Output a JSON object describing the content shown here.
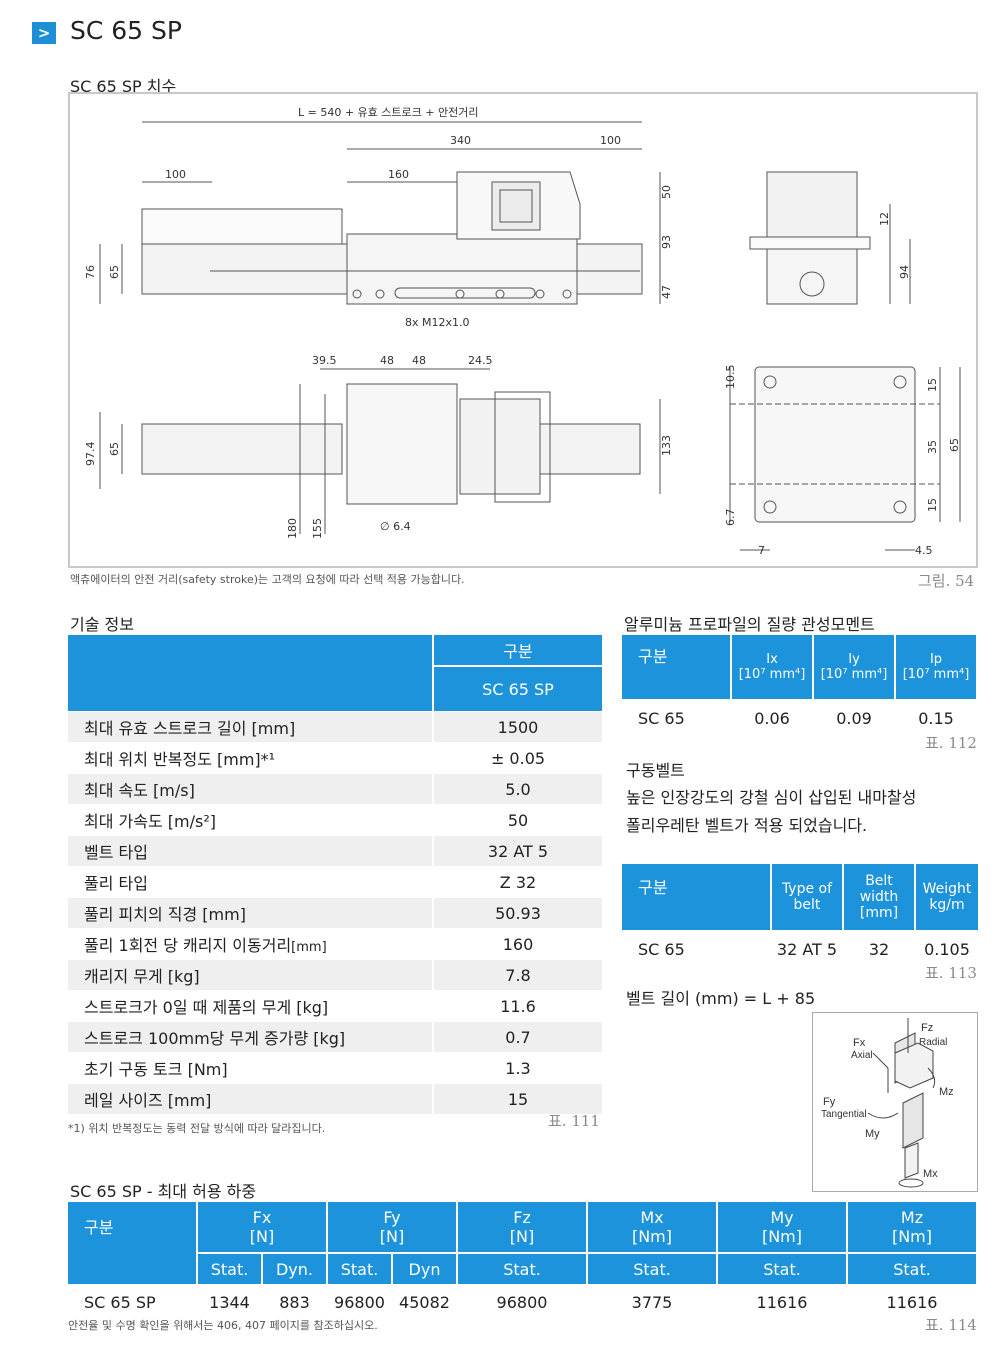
{
  "page": {
    "title_icon": ">",
    "title": "SC 65 SP"
  },
  "dims_section": {
    "title": "SC 65 SP 치수",
    "labels": {
      "L": "L = 540 + 유효 스트로크 + 안전거리",
      "d340": "340",
      "d100a": "100",
      "d100b": "100",
      "d160": "160",
      "d50": "50",
      "d93": "93",
      "d47": "47",
      "d76": "76",
      "d65a": "65",
      "d12": "12",
      "d94": "94",
      "d8x": "8x M12x1.0",
      "d395": "39.5",
      "d48a": "48",
      "d48b": "48",
      "d245": "24.5",
      "d974": "97.4",
      "d65b": "65",
      "d133": "133",
      "d180": "180",
      "d155": "155",
      "d64": "∅ 6.4",
      "d105": "10.5",
      "d67": "6.7",
      "d15a": "15",
      "d35": "35",
      "d15b": "15",
      "d65c": "65",
      "d7": "7",
      "d45": "4.5"
    },
    "note": "액츄에이터의 안전 거리(safety stroke)는 고객의 요청에 따라 선택 적용 가능합니다.",
    "fig_ref": "그림. 54"
  },
  "tech": {
    "title": "기술 정보",
    "header_group": "구분",
    "header_model": "SC 65 SP",
    "rows": [
      {
        "label": "최대 유효 스트로크 길이 [mm]",
        "value": "1500"
      },
      {
        "label": "최대 위치 반복정도 [mm]*¹",
        "value": "± 0.05"
      },
      {
        "label": "최대 속도 [m/s]",
        "value": "5.0"
      },
      {
        "label": "최대 가속도 [m/s²]",
        "value": "50"
      },
      {
        "label": "벨트 타입",
        "value": "32 AT 5"
      },
      {
        "label": "풀리 타입",
        "value": "Z 32"
      },
      {
        "label": "풀리 피치의 직경 [mm]",
        "value": "50.93"
      },
      {
        "label": "풀리 1회전 당 캐리지 이동거리",
        "label_small": "[mm]",
        "value": "160"
      },
      {
        "label": "캐리지 무게 [kg]",
        "value": "7.8"
      },
      {
        "label": "스트로크가 0일 때 제품의 무게 [kg]",
        "value": "11.6"
      },
      {
        "label": "스트로크 100mm당 무게 증가량 [kg]",
        "value": "0.7"
      },
      {
        "label": "초기 구동 토크 [Nm]",
        "value": "1.3"
      },
      {
        "label": "레일 사이즈 [mm]",
        "value": "15"
      }
    ],
    "footnote": "*1) 위치 반복정도는 동력 전달 방식에 따라 달라집니다.",
    "table_ref": "표. 111"
  },
  "inertia": {
    "title": "알루미늄 프로파일의 질량 관성모멘트",
    "headers": [
      "구분",
      "Ix",
      "Iy",
      "Ip"
    ],
    "unit": "[10⁷ mm⁴]",
    "row": [
      "SC 65",
      "0.06",
      "0.09",
      "0.15"
    ],
    "table_ref": "표. 112"
  },
  "belt": {
    "title": "구동벨트",
    "desc1": "높은 인장강도의 강철 심이 삽입된 내마찰성",
    "desc2": "폴리우레탄 벨트가 적용 되었습니다.",
    "headers": [
      "구분",
      "Type of belt",
      "Belt width [mm]",
      "Weight kg/m"
    ],
    "row": [
      "SC 65",
      "32 AT 5",
      "32",
      "0.105"
    ],
    "table_ref": "표. 113",
    "length_formula": "벨트 길이 (mm) = L + 85"
  },
  "forces_diagram": {
    "fz": "Fz",
    "radial": "Radial",
    "fx": "Fx",
    "axial": "Axial",
    "fy": "Fy",
    "tangential": "Tangential",
    "mz": "Mz",
    "my": "My",
    "mx": "Mx"
  },
  "loads": {
    "title": "SC 65 SP - 최대 허용 하중",
    "group": "구분",
    "cols": [
      {
        "name": "Fx",
        "unit": "[N]"
      },
      {
        "name": "Fy",
        "unit": "[N]"
      },
      {
        "name": "Fz",
        "unit": "[N]"
      },
      {
        "name": "Mx",
        "unit": "[Nm]"
      },
      {
        "name": "My",
        "unit": "[Nm]"
      },
      {
        "name": "Mz",
        "unit": "[Nm]"
      }
    ],
    "sub": [
      "Stat.",
      "Dyn.",
      "Stat.",
      "Dyn",
      "Stat.",
      "Stat.",
      "Stat.",
      "Stat."
    ],
    "row": [
      "SC 65 SP",
      "1344",
      "883",
      "96800",
      "45082",
      "96800",
      "3775",
      "11616",
      "11616"
    ],
    "footnote": "안전율 및 수명 확인을 위해서는 406, 407 페이지를 참조하십시오.",
    "table_ref": "표. 114"
  }
}
